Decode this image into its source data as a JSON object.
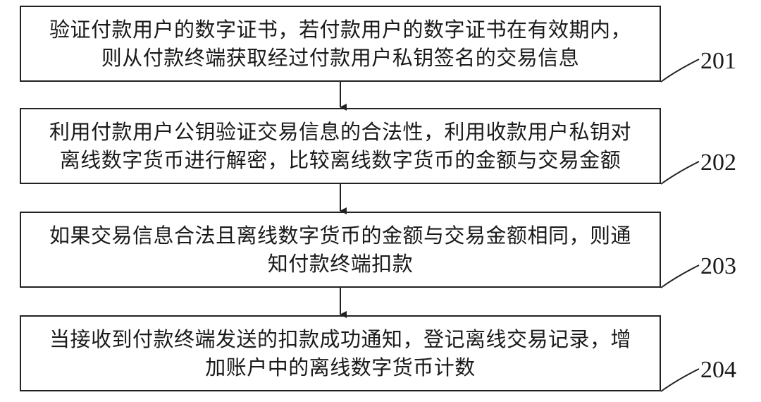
{
  "steps": [
    {
      "number": "201",
      "lines": [
        "验证付款用户的数字证书，若付款用户的数字证书在有效期内，",
        "则从付款终端获取经过付款用户私钥签名的交易信息"
      ]
    },
    {
      "number": "202",
      "lines": [
        "利用付款用户公钥验证交易信息的合法性，利用收款用户私钥对",
        "离线数字货币进行解密，比较离线数字货币的金额与交易金额"
      ]
    },
    {
      "number": "203",
      "lines": [
        "如果交易信息合法且离线数字货币的金额与交易金额相同，则通",
        "知付款终端扣款"
      ]
    },
    {
      "number": "204",
      "lines": [
        "当接收到付款终端发送的扣款成功通知，登记离线交易记录，增",
        "加账户中的离线数字货币计数"
      ]
    }
  ]
}
